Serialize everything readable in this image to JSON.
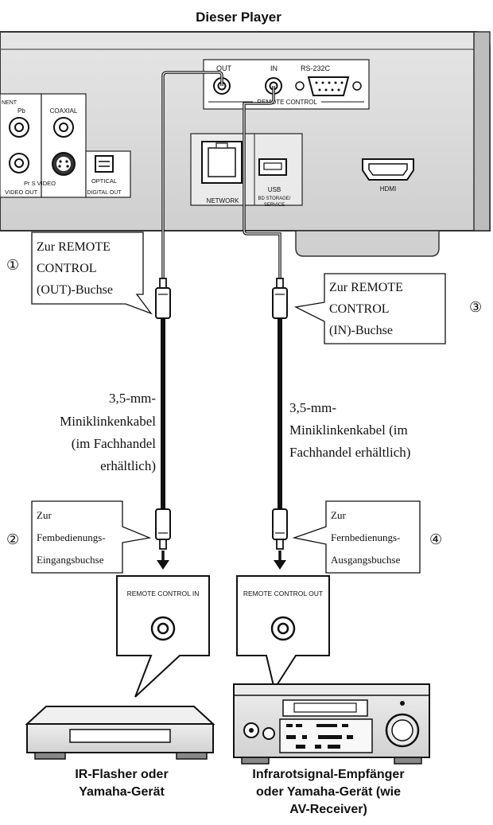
{
  "title": "Dieser Player",
  "player_panel": {
    "remote_out": "OUT",
    "remote_in": "IN",
    "rs232c": "RS-232C",
    "remote_control": "REMOTE CONTROL",
    "component_partial": "NENT",
    "pb": "Pb",
    "pr_s_video": "Pr S VIDEO",
    "video_out": "VIDEO OUT",
    "coaxial": "COAXIAL",
    "optical": "OPTICAL",
    "digital_out": "DIGITAL OUT",
    "network": "NETWORK",
    "usb": "USB",
    "usb_sub1": "BD STORAGE/",
    "usb_sub2": "SERVICE",
    "hdmi": "HDMI"
  },
  "callouts": [
    {
      "num": "①",
      "lines": [
        "Zur REMOTE",
        "CONTROL",
        "(OUT)-Buchse"
      ]
    },
    {
      "num": "②",
      "lines": [
        "Zur",
        "Fembedienungs-",
        "Eingangsbuchse"
      ]
    },
    {
      "num": "③",
      "lines": [
        "Zur REMOTE",
        "CONTROL",
        "(IN)-Buchse"
      ]
    },
    {
      "num": "④",
      "lines": [
        "Zur",
        "Fernbedienungs-",
        "Ausgangsbuchse"
      ]
    }
  ],
  "cable_left": [
    "3,5-mm-",
    "Miniklinkenkabel",
    "(im Fachhandel",
    "erhältlich)"
  ],
  "cable_right": [
    "3,5-mm-",
    "Miniklinkenkabel (im",
    "Fachhandel erhältlich)"
  ],
  "bubble_left": "REMOTE CONTROL IN",
  "bubble_right": "REMOTE CONTROL OUT",
  "device_left_caption": [
    "IR-Flasher oder",
    "Yamaha-Gerät"
  ],
  "device_right_caption": [
    "Infrarotsignal-Empfänger",
    "oder Yamaha-Gerät (wie",
    "AV-Receiver)"
  ]
}
